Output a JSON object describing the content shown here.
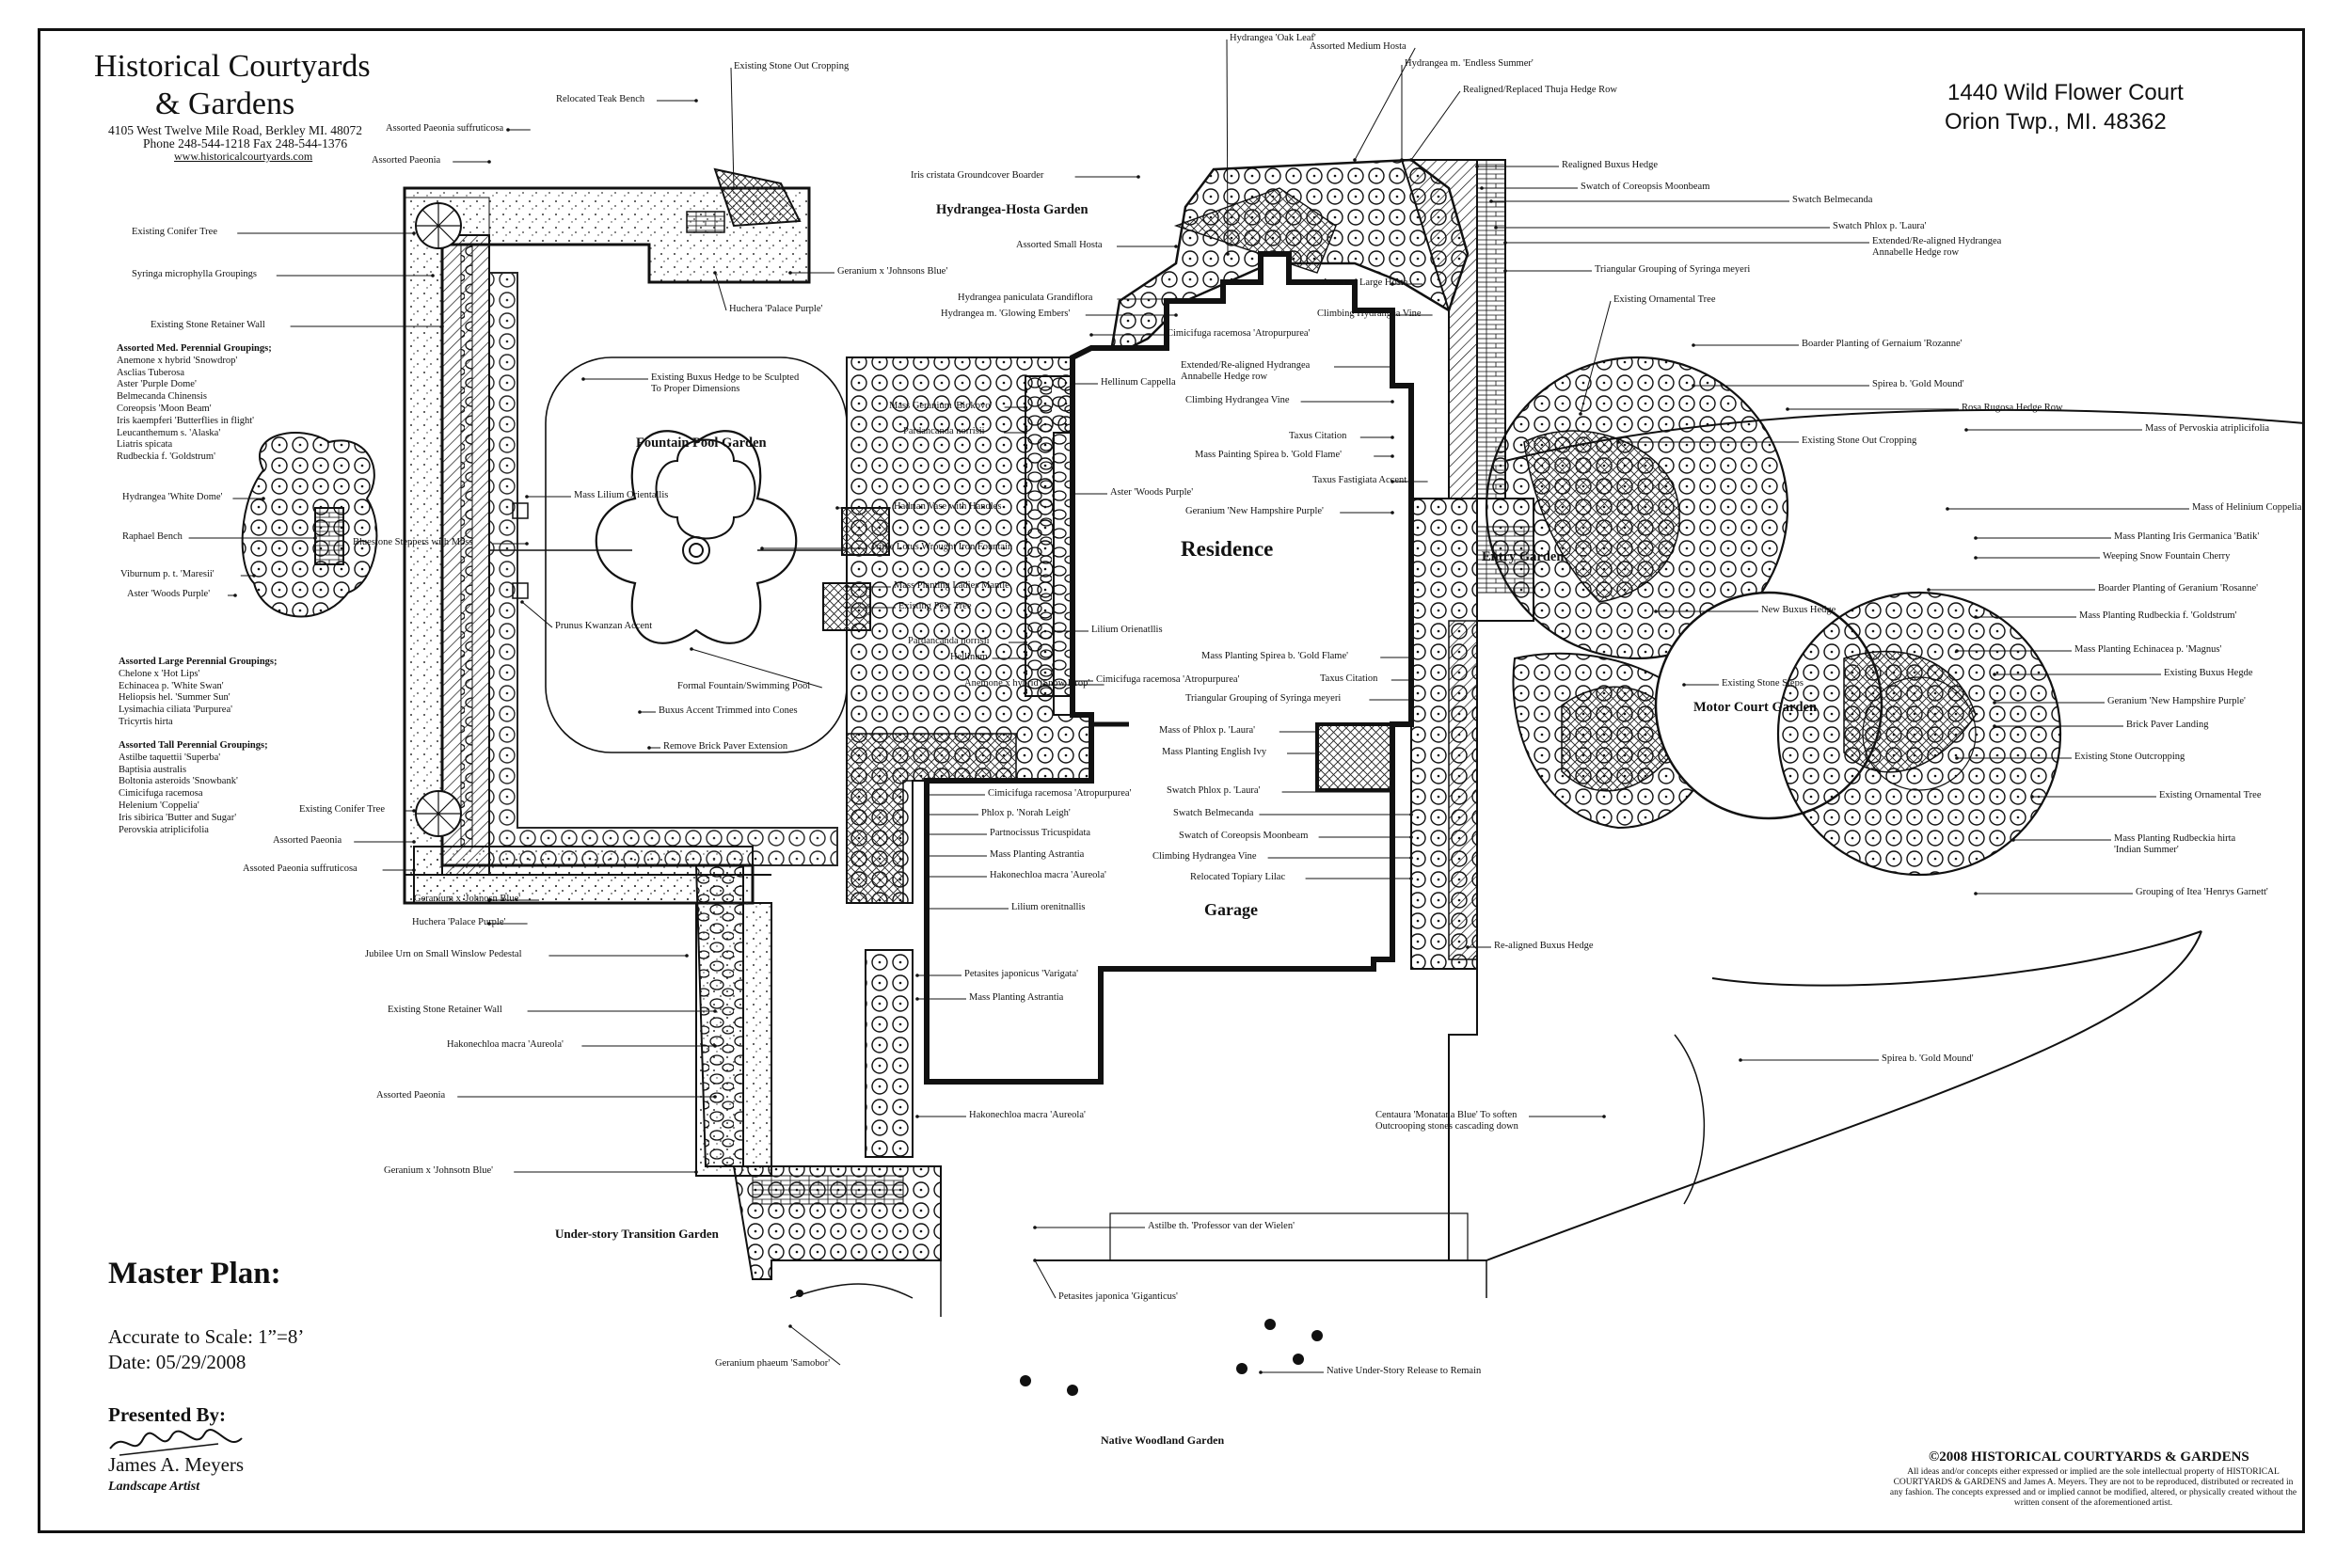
{
  "company": {
    "name_line1": "Historical Courtyards",
    "name_line2": "& Gardens",
    "address": "4105 West Twelve Mile Road, Berkley MI. 48072",
    "phone": "Phone 248-544-1218   Fax 248-544-1376",
    "website": "www.historicalcourtyards.com"
  },
  "site": {
    "address_line1": "1440 Wild Flower Court",
    "address_line2": "Orion Twp., MI.  48362"
  },
  "plan": {
    "title": "Master Plan:",
    "scale": "Accurate to Scale: 1”=8’",
    "date": "Date: 05/29/2008",
    "presented_by": "Presented By:",
    "artist": "James A. Meyers",
    "artist_role": "Landscape Artist"
  },
  "copyright": {
    "heading": "©2008 HISTORICAL COURTYARDS & GARDENS",
    "text": "All ideas and/or concepts either expressed or implied are the sole intellectual property of HISTORICAL COURTYARDS & GARDENS and James A. Meyers. They are not to be reproduced, distributed or recreated in any fashion. The concepts expressed and or implied cannot be modified, altered, or physically created without the written consent of the aforementioned artist."
  },
  "areas": {
    "residence": "Residence",
    "garage": "Garage",
    "fountain_pool_garden": "Fountain Pool Garden",
    "hydrangea_hosta_garden": "Hydrangea-Hosta Garden",
    "entry_garden": "Entry Garden",
    "motor_court_garden": "Motor Court Garden",
    "understory_transition_garden": "Under-story Transition Garden",
    "native_woodland_garden": "Native Woodland Garden"
  },
  "groupings": {
    "medium": {
      "heading": "Assorted Med. Perennial Groupings;",
      "items": [
        "Anemone x hybrid 'Snowdrop'",
        "Asclias Tuberosa",
        "Aster 'Purple Dome'",
        "Belmecanda Chinensis",
        "Coreopsis 'Moon Beam'",
        "Iris kaempferi 'Butterflies in flight'",
        "Leucanthemum s. 'Alaska'",
        "Liatris spicata",
        "Rudbeckia f. 'Goldstrum'"
      ]
    },
    "large": {
      "heading": "Assorted Large Perennial Groupings;",
      "items": [
        "Chelone x 'Hot Lips'",
        "Echinacea p. 'White Swan'",
        "Heliopsis hel. 'Summer Sun'",
        "Lysimachia ciliata 'Purpurea'",
        "Tricyrtis hirta"
      ]
    },
    "tall": {
      "heading": "Assorted Tall Perennial Groupings;",
      "items": [
        "Astilbe taquettii 'Superba'",
        "Baptisia australis",
        "Boltonia asteroids 'Snowbank'",
        "Cimicifuga racemosa",
        "Helenium 'Coppelia'",
        "Iris sibirica 'Butter and Sugar'",
        "Perovskia atriplicifolia"
      ]
    }
  },
  "callouts_left": [
    "Existing Conifer Tree",
    "Syringa microphylla Groupings",
    "Existing Stone Retainer Wall",
    "Hydrangea 'White Dome'",
    "Raphael Bench",
    "Viburnum p. t. 'Maresii'",
    "Aster 'Woods Purple'",
    "Existing Conifer Tree",
    "Assorted Paeonia",
    "Assoted Paeonia suffruticosa",
    "Geranium x 'Johnosn Blue'",
    "Huchera 'Palace Purple'",
    "Jubilee Urn on Small Winslow Pedestal",
    "Existing Stone Retainer Wall",
    "Hakonechloa macra 'Aureola'",
    "Assorted Paeonia",
    "Geranium x 'Johnsotn Blue'",
    "Geranium phaeum 'Samobor'"
  ],
  "callouts_fountain": [
    "Relocated Teak Bench",
    "Assorted Paeonia suffruticosa",
    "Assorted Paeonia",
    "Existing Stone Out Cropping",
    "Geranium x 'Johnsons Blue'",
    "Huchera 'Palace Purple'",
    "Existing Buxus Hedge to be Sculpted To Proper Dimensions",
    "Mass Lilium Orientallis",
    "Bluestone Steppers with Moss",
    "Hadrian Vase with Handles",
    "Triple Lotus Wrought Iron Fountain",
    "Prunus Kwanzan Accent",
    "Formal Fountain/Swimming Pool",
    "Buxus Accent Trimmed into Cones",
    "Remove Brick Paver Extension",
    "Mass Geranium 'Biokovo'",
    "Pardancanda norrisii",
    "Mass Planting Ladies Mantle",
    "Existing Pear Tree",
    "Pardancanda norrisii",
    "Hellinum",
    "Anemone x hybrid 'Snow Drop'"
  ],
  "callouts_house": [
    "Iris cristata Groundcover Boarder",
    "Assorted Small Hosta",
    "Hydrangea paniculata Grandiflora",
    "Hydrangea m. 'Glowing Embers'",
    "Cimicifuga racemosa 'Atropurpurea'",
    "Hellinum Cappella",
    "Aster 'Woods Purple'",
    "Lilium Orienatllis",
    "Cimicifuga racemosa 'Atropurpurea'",
    "Cimicifuga racemosa 'Atropurpurea'",
    "Phlox p. 'Norah Leigh'",
    "Partnocissus Tricuspidata",
    "Mass Planting Astrantia",
    "Hakonechloa macra 'Aureola'",
    "Lilium orenitnallis",
    "Petasites japonicus 'Varigata'",
    "Mass Planting Astrantia",
    "Hakonechloa macra 'Aureola'",
    "Astilbe th. 'Professor van der Wielen'",
    "Petasites japonica 'Giganticus'",
    "Native Under-Story Release to Remain"
  ],
  "callouts_entry": [
    "Hydrangea 'Oak Leaf'",
    "Assorted Medium Hosta",
    "Hydrangea m. 'Endless Summer'",
    "Realigned/Replaced Thuja Hedge Row",
    "Realigned Buxus Hedge",
    "Swatch of Coreopsis Moonbeam",
    "Swatch Belmecanda",
    "Swatch Phlox p. 'Laura'",
    "Extended/Re-aligned Hydrangea Annabelle Hedge row",
    "Triangular Grouping of Syringa meyeri",
    "Existing Ornamental Tree",
    "Assorted Large Hosta",
    "Climbing Hydrangea Vine",
    "Extended/Re-aligned Hydrangea Annabelle Hedge row",
    "Climbing Hydrangea Vine",
    "Taxus Citation",
    "Mass Painting Spirea b. 'Gold Flame'",
    "Taxus Fastigiata Accent",
    "Geranium 'New Hampshire Purple'",
    "Mass Planting Spirea b. 'Gold Flame'",
    "Taxus Citation",
    "Triangular Grouping of Syringa meyeri",
    "Mass of Phlox p. 'Laura'",
    "Mass Planting English Ivy",
    "Swatch Phlox p. 'Laura'",
    "Swatch Belmecanda",
    "Swatch of Coreopsis Moonbeam",
    "Climbing Hydrangea Vine",
    "Relocated Topiary Lilac",
    "Re-aligned Buxus Hedge",
    "Centaura 'Monatana Blue' To soften Outcrooping stones cascading down"
  ],
  "callouts_right": [
    "Boarder Planting of Gernaium 'Rozanne'",
    "Spirea b. 'Gold Mound'",
    "Rosa Rugosa Hedge Row",
    "Mass of Pervoskia atriplicifolia",
    "Existing Stone Out Cropping",
    "Mass of Helinium Coppelia'",
    "Mass Planting Iris Germanica 'Batik'",
    "Weeping Snow Fountain Cherry",
    "Boarder Planting of Geranium 'Rosanne'",
    "New Buxus Hedge",
    "Mass Planting Rudbeckia f. 'Goldstrum'",
    "Mass Planting Echinacea p. 'Magnus'",
    "Existing Buxus Hegde",
    "Existing Stone Steps",
    "Geranium 'New Hampshire Purple'",
    "Brick Paver Landing",
    "Existing Stone Outcropping",
    "Existing Ornamental Tree",
    "Mass Planting Rudbeckia hirta 'Indian Summer'",
    "Grouping of Itea 'Henrys Garnett'",
    "Spirea b. 'Gold Mound'"
  ],
  "legend_icons": [
    "conifer-tree-icon",
    "shrub-cluster-icon",
    "fountain-icon",
    "bench-icon",
    "boulder-icon"
  ]
}
